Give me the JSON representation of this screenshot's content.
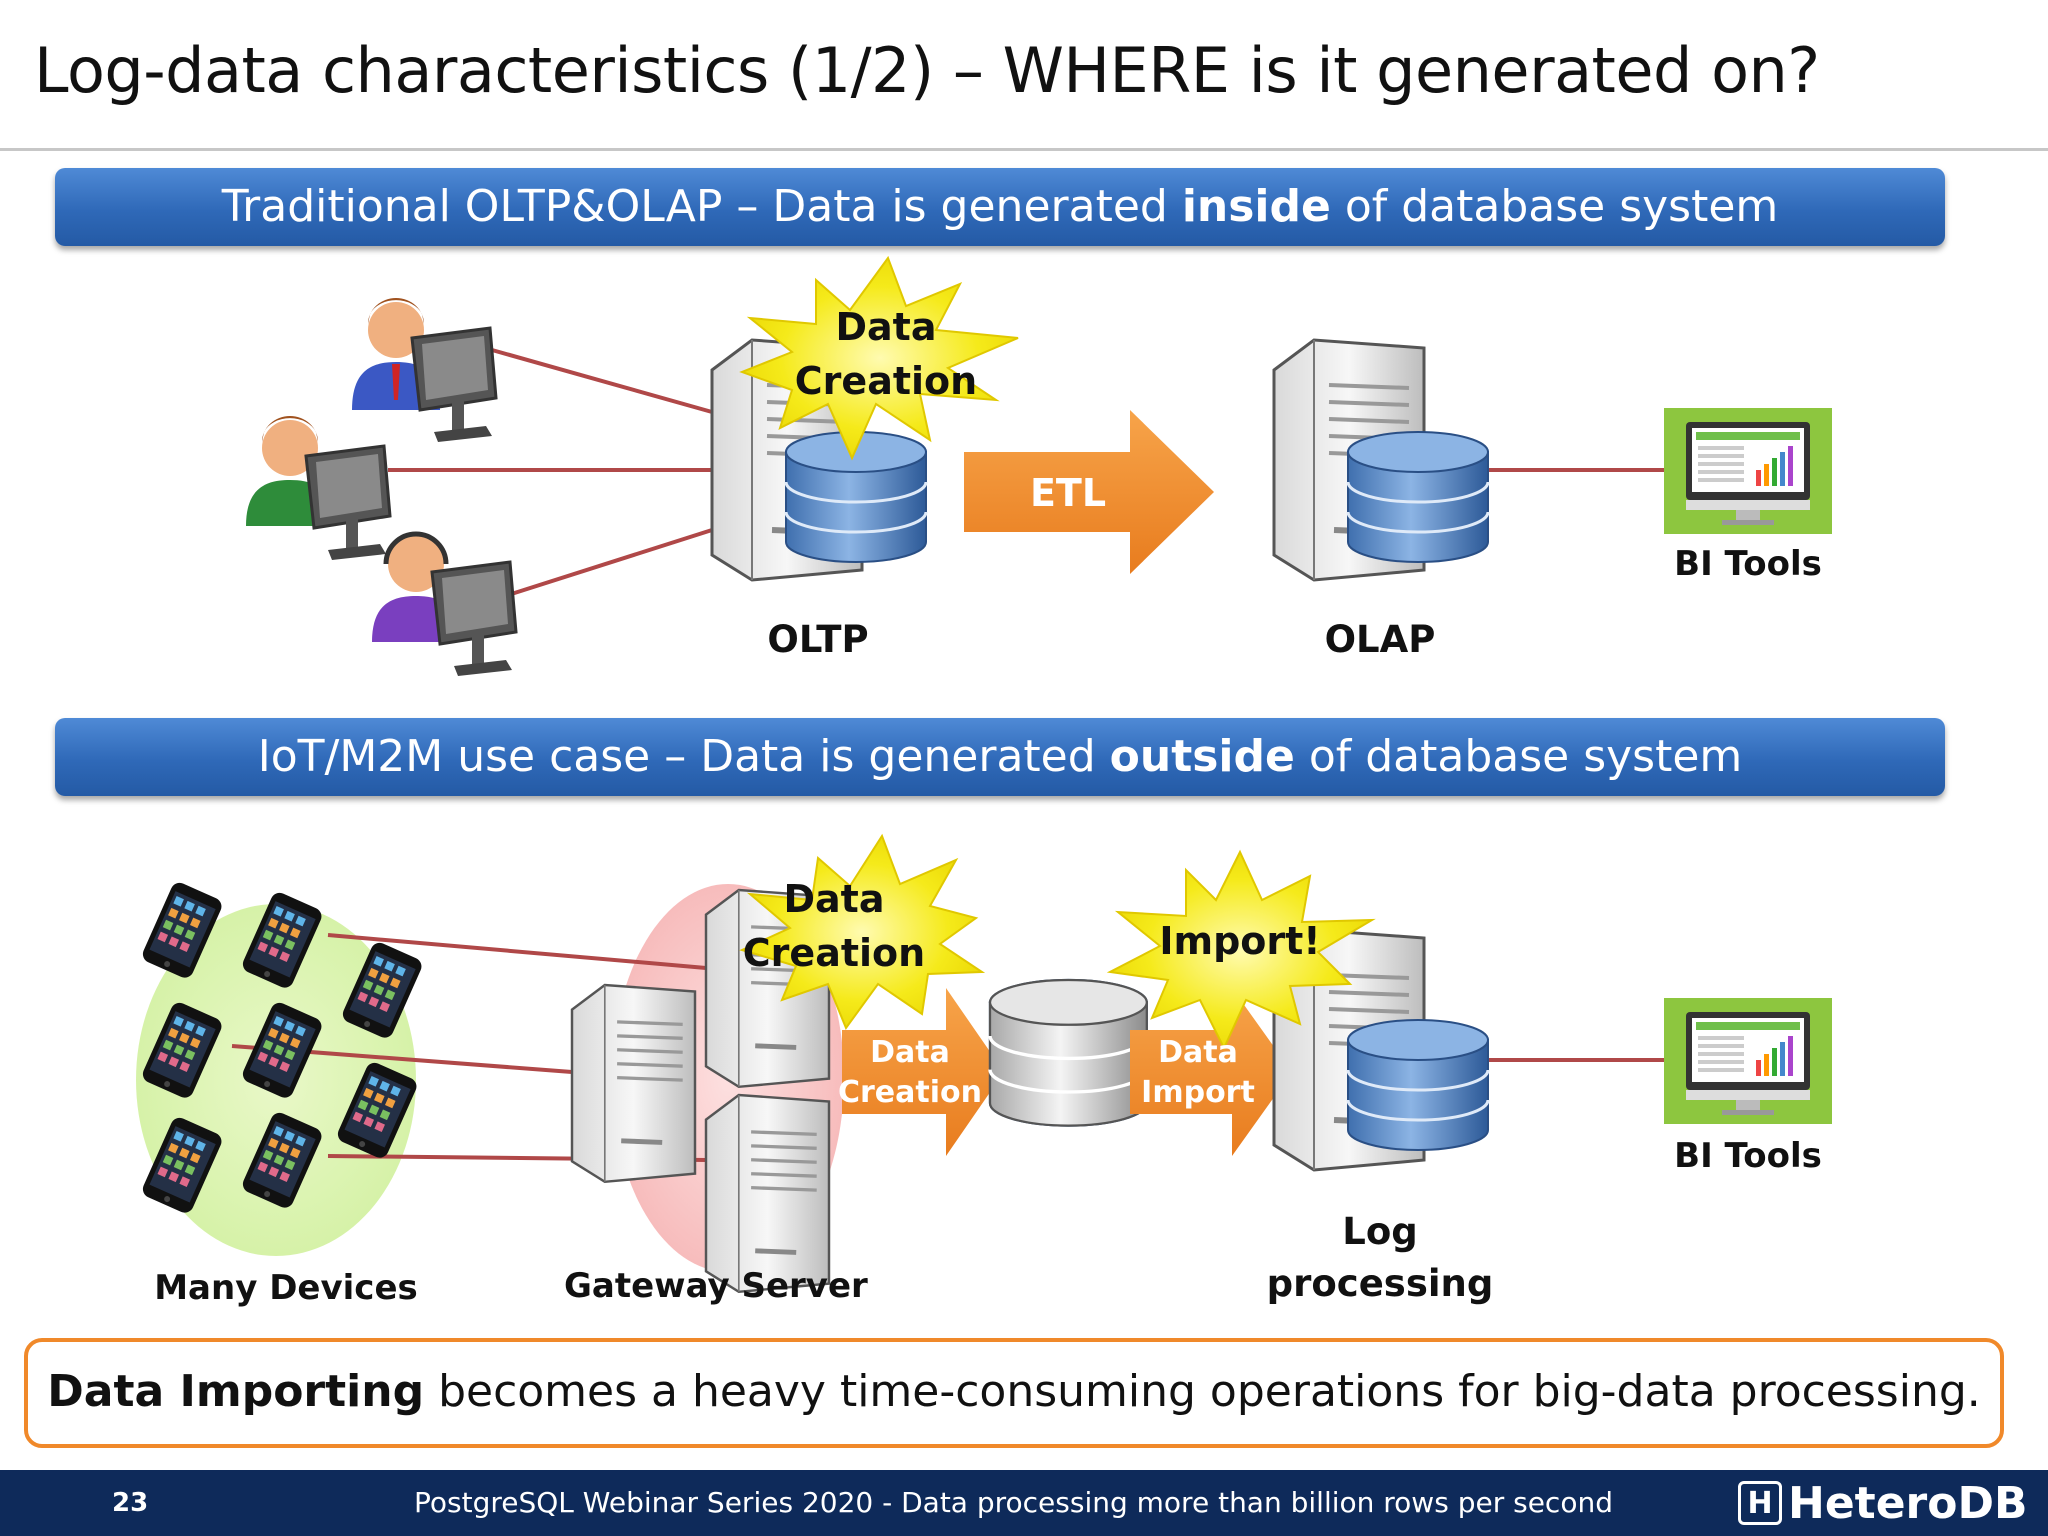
{
  "slide": {
    "title": "Log-data characteristics (1/2) – WHERE is it generated on?",
    "banner1": {
      "prefix": "Traditional OLTP&OLAP – Data is generated ",
      "bold": "inside",
      "suffix": " of database system"
    },
    "banner2": {
      "prefix": "IoT/M2M use case – Data is generated ",
      "bold": "outside",
      "suffix": " of database system"
    },
    "top": {
      "star_line1": "Data",
      "star_line2": "Creation",
      "etl": "ETL",
      "oltp": "OLTP",
      "olap": "OLAP",
      "bi_tools": "BI Tools"
    },
    "bottom": {
      "star1_line1": "Data",
      "star1_line2": "Creation",
      "star2": "Import!",
      "arrow1_line1": "Data",
      "arrow1_line2": "Creation",
      "arrow2_line1": "Data",
      "arrow2_line2": "Import",
      "many_devices": "Many Devices",
      "gateway_server": "Gateway Server",
      "log_line1": "Log",
      "log_line2": "processing",
      "bi_tools": "BI Tools"
    },
    "callout": {
      "bold": "Data Importing",
      "rest": " becomes a heavy time-consuming operations for big-data processing."
    }
  },
  "footer": {
    "page_number": "23",
    "text": "PostgreSQL Webinar Series 2020 - Data processing more than billion rows per second",
    "logo_mark": "H",
    "logo_text": "HeteroDB"
  },
  "colors": {
    "banner": "#2f69b8",
    "arrow": "#f0892a",
    "star": "#f2e400",
    "footer": "#0e2a5a",
    "link_line": "#b04848"
  }
}
